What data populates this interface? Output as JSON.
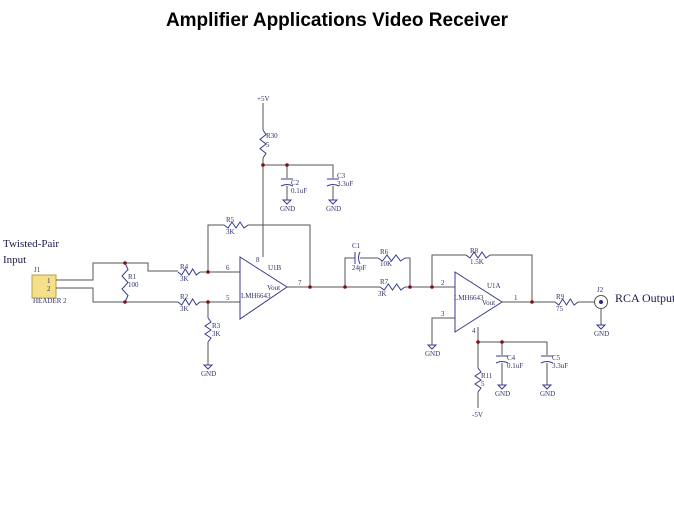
{
  "slide": {
    "title": "Amplifier Applications Video Receiver",
    "input_label_1": "Twisted-Pair",
    "input_label_2": "Input",
    "output_label": "RCA Output"
  },
  "labels": {
    "J1": "J1",
    "J1_pin1": "1",
    "J1_pin2": "2",
    "J1_type": "HEADER 2",
    "R1": "R1",
    "R1_val": "100",
    "R2": "R2",
    "R2_val": "3K",
    "R3": "R3",
    "R3_val": "3K",
    "R4": "R4",
    "R4_val": "3K",
    "R5": "R5",
    "R5_val": "3K",
    "R30": "R30",
    "R30_val": "5",
    "vplus": "+5V",
    "C2": "C2",
    "C2_val": "0.1uF",
    "C3": "C3",
    "C3_val": "3.3uF",
    "U1B": "U1B",
    "U1B_part": "LMH6643",
    "U1B_out": "Vout",
    "U1B_pin6": "6",
    "U1B_pin5": "5",
    "U1B_pin8": "8",
    "U1B_pin7": "7",
    "C1": "C1",
    "C1_val": "24pF",
    "R6": "R6",
    "R6_val": "10K",
    "R7": "R7",
    "R7_val": "3K",
    "R8": "R8",
    "R8_val": "1.5K",
    "U1A": "U1A",
    "U1A_part": "LMH6643",
    "U1A_out": "Vout",
    "U1A_pin2": "2",
    "U1A_pin3": "3",
    "U1A_pin4": "4",
    "U1A_pin1": "1",
    "R9": "R9",
    "R9_val": "75",
    "J2": "J2",
    "C4": "C4",
    "C4_val": "0.1uF",
    "C5": "C5",
    "C5_val": "3.3uF",
    "R11": "R11",
    "R11_val": "5",
    "vminus": "-5V",
    "gnd": "GND"
  },
  "colors": {
    "header_fill": "#f5e08a",
    "wire": "#555555",
    "symbol": "#3a3a8c"
  }
}
